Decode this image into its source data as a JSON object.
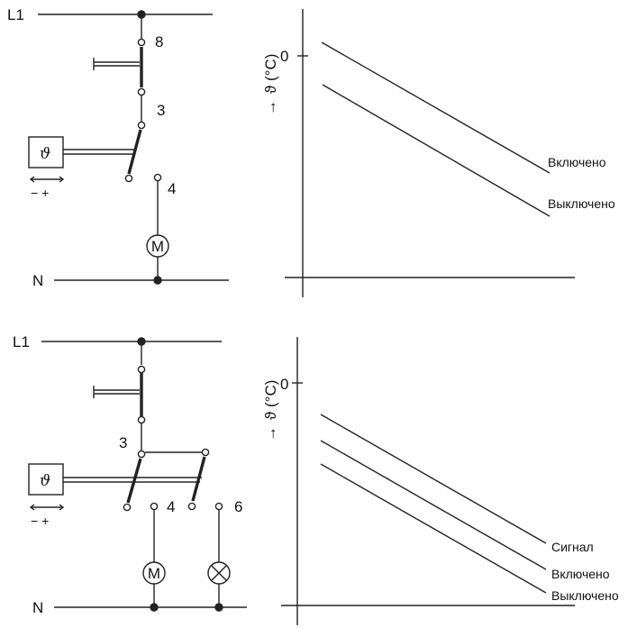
{
  "colors": {
    "line": "#222222",
    "background": "#ffffff"
  },
  "top_circuit": {
    "phase_label": "L1",
    "neutral_label": "N",
    "terminal_8": "8",
    "terminal_3": "3",
    "terminal_4": "4",
    "thermostat_symbol": "ϑ",
    "adjust_minus_plus": "− +",
    "motor_label": "M"
  },
  "top_graph": {
    "axis_label": "ϑ (°C)",
    "arrow": "→",
    "zero_tick": "0",
    "line_labels": [
      "Включено",
      "Выключено"
    ]
  },
  "bottom_circuit": {
    "phase_label": "L1",
    "neutral_label": "N",
    "terminal_3": "3",
    "terminal_4": "4",
    "terminal_6": "6",
    "thermostat_symbol": "ϑ",
    "adjust_minus_plus": "− +",
    "motor_label": "M"
  },
  "bottom_graph": {
    "axis_label": "ϑ (°C)",
    "arrow": "→",
    "zero_tick": "0",
    "line_labels": [
      "Сигнал",
      "Включено",
      "Выключено"
    ]
  }
}
